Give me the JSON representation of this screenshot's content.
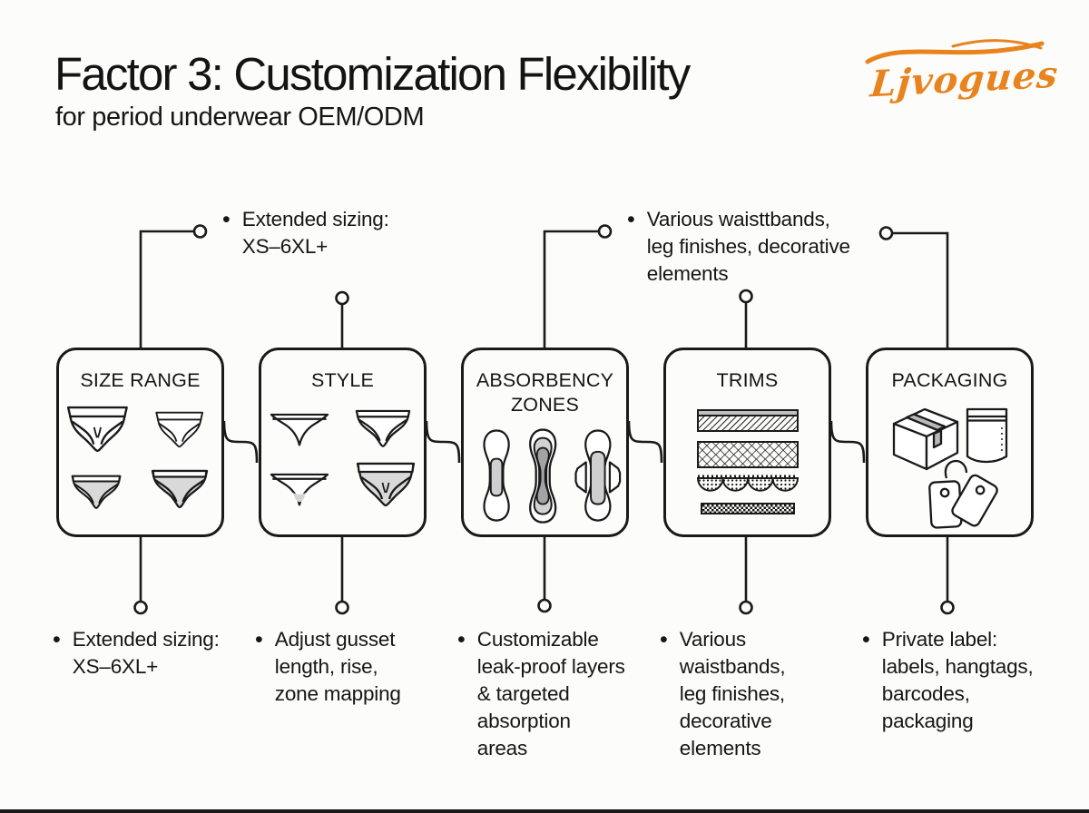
{
  "page": {
    "title": "Factor 3: Customization Flexibility",
    "subtitle": "for period underwear OEM/ODM",
    "background_color": "#fcfcfa",
    "line_color": "#1a1a1a",
    "icon_gray": "#d9d9d9"
  },
  "logo": {
    "text": "Ljvogues",
    "color": "#e8831e"
  },
  "bullet": "•",
  "top_annotations": [
    {
      "text": "Extended sizing:\nXS–6XL+"
    },
    {
      "text": "Various waisttbands,\nleg finishes, decorative\nelements"
    }
  ],
  "boxes": [
    {
      "title": "SIZE RANGE",
      "icon": "underwear-size-range-icon"
    },
    {
      "title": "STYLE",
      "icon": "underwear-styles-icon"
    },
    {
      "title": "ABSORBENCY\nZONES",
      "icon": "absorbency-pads-icon"
    },
    {
      "title": "TRIMS",
      "icon": "trim-swatches-icon"
    },
    {
      "title": "PACKAGING",
      "icon": "packaging-items-icon"
    }
  ],
  "bottom_annotations": [
    {
      "text": "Extended sizing:\nXS–6XL+"
    },
    {
      "text": "Adjust gusset\nlength, rise,\nzone mapping"
    },
    {
      "text": "Customizable\nleak-proof layers\n& targeted\nabsorption\nareas"
    },
    {
      "text": "Various\nwaistbands,\nleg finishes,\ndecorative\nelements"
    },
    {
      "text": "Private label:\nlabels, hangtags,\nbarcodes,\npackaging"
    }
  ]
}
